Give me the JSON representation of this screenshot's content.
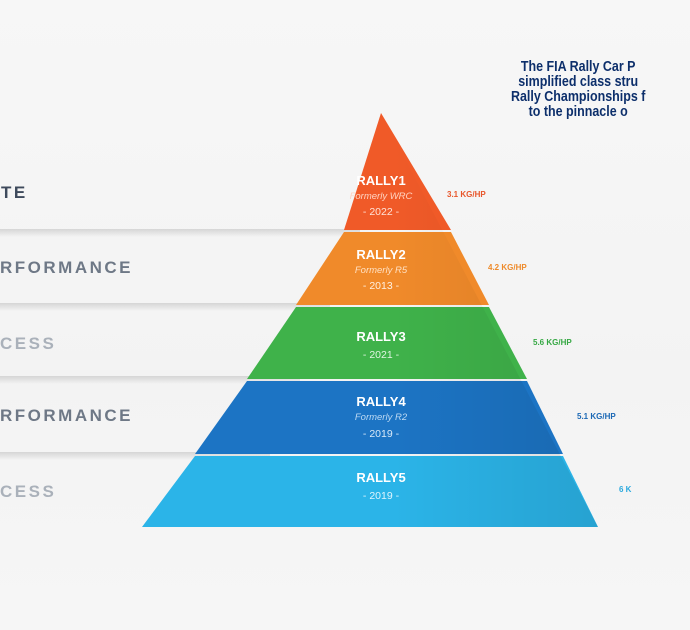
{
  "intro_lines": [
    "The FIA Rally Car P",
    "simplified class stru",
    "Rally Championships f",
    "to the pinnacle o"
  ],
  "categories": [
    {
      "label": "TE",
      "color": "#3e4a5c"
    },
    {
      "label": "RFORMANCE",
      "color": "#6e7886"
    },
    {
      "label": "CESS",
      "color": "#aab1ba"
    },
    {
      "label": "RFORMANCE",
      "color": "#6e7886"
    },
    {
      "label": "CESS",
      "color": "#aab1ba"
    }
  ],
  "tiers": [
    {
      "name": "RALLY1",
      "formerly": "Formerly WRC",
      "year": "- 2022 -",
      "ratio": "3.1 KG/HP",
      "color": "#f05a28",
      "ratio_color": "#e8562a"
    },
    {
      "name": "RALLY2",
      "formerly": "Formerly R5",
      "year": "- 2013 -",
      "ratio": "4.2 KG/HP",
      "color": "#f08a2a",
      "ratio_color": "#ee8a2a"
    },
    {
      "name": "RALLY3",
      "formerly": "",
      "year": "- 2021 -",
      "ratio": "5.6 KG/HP",
      "color": "#3fb24a",
      "ratio_color": "#35a843"
    },
    {
      "name": "RALLY4",
      "formerly": "Formerly R2",
      "year": "- 2019 -",
      "ratio": "5.1 KG/HP",
      "color": "#1c74c4",
      "ratio_color": "#1b68b5"
    },
    {
      "name": "RALLY5",
      "formerly": "",
      "year": "- 2019 -",
      "ratio": "6 K",
      "color": "#2bb4e8",
      "ratio_color": "#2aa9de"
    }
  ]
}
